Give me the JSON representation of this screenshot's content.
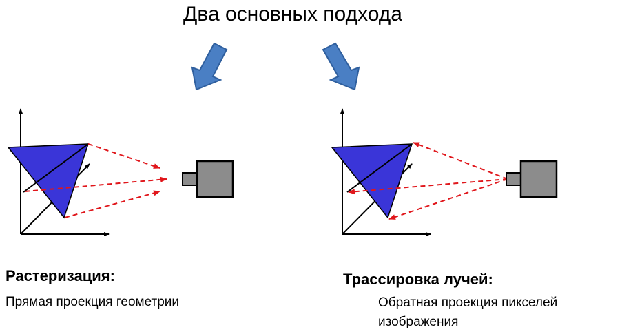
{
  "title": "Два основных подхода",
  "colors": {
    "triangle_fill": "#3a35d8",
    "arrow_fill": "#4a7fc4",
    "ray_color": "#e0161b",
    "camera_fill": "#8c8c8c"
  },
  "left": {
    "heading": "Растеризация:",
    "description": "Прямая проекция геометрии"
  },
  "right": {
    "heading": "Трассировка лучей:",
    "description_line1": "Обратная проекция пикселей",
    "description_line2": "изображения"
  }
}
